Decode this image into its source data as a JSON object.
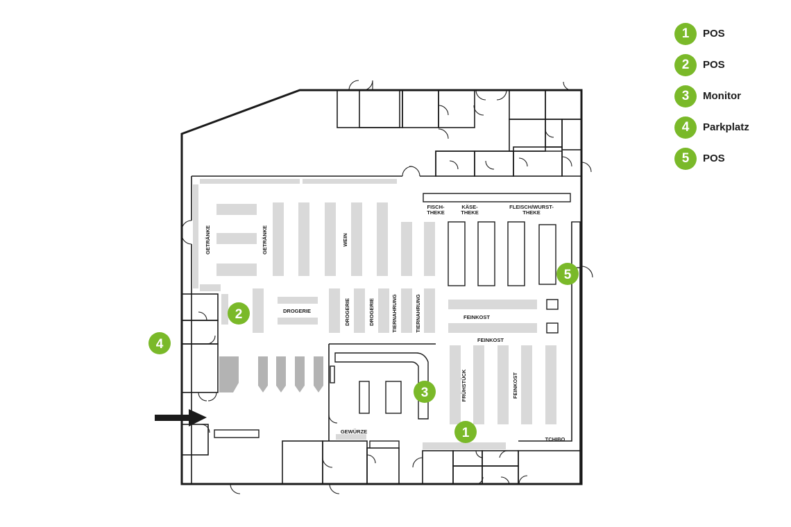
{
  "legend": [
    {
      "number": "1",
      "label": "POS"
    },
    {
      "number": "2",
      "label": "POS"
    },
    {
      "number": "3",
      "label": "Monitor"
    },
    {
      "number": "4",
      "label": "Parkplatz"
    },
    {
      "number": "5",
      "label": "POS"
    }
  ],
  "map_markers": {
    "m1": "1",
    "m2": "2",
    "m3": "3",
    "m4": "4",
    "m5": "5"
  },
  "sections": {
    "fisch1": "FISCH-",
    "fisch2": "THEKE",
    "kaese1": "KÄSE-",
    "kaese2": "THEKE",
    "fleisch1": "FLEISCH/WURST-",
    "fleisch2": "THEKE",
    "getraenke_a": "GETRÄNKE",
    "getraenke_b": "GETRÄNKE",
    "wein": "WEIN",
    "drogerie_h": "DROGERIE",
    "drogerie_v1": "DROGERIE",
    "drogerie_v2": "DROGERIE",
    "tiernahrung_1": "TIERNAHRUNG",
    "tiernahrung_2": "TIERNAHRUNG",
    "feinkost_a": "FEINKOST",
    "feinkost_b": "FEINKOST",
    "feinkost_v": "FEINKOST",
    "fruehstueck": "FRÜHSTÜCK",
    "gewuerze": "GEWÜRZE",
    "tchibo": "TCHIBO"
  },
  "colors": {
    "marker": "#7ab929",
    "shelf": "#d9d9d9",
    "wall": "#1a1a1a"
  },
  "icons": {
    "entrance": "arrow-right-icon"
  }
}
